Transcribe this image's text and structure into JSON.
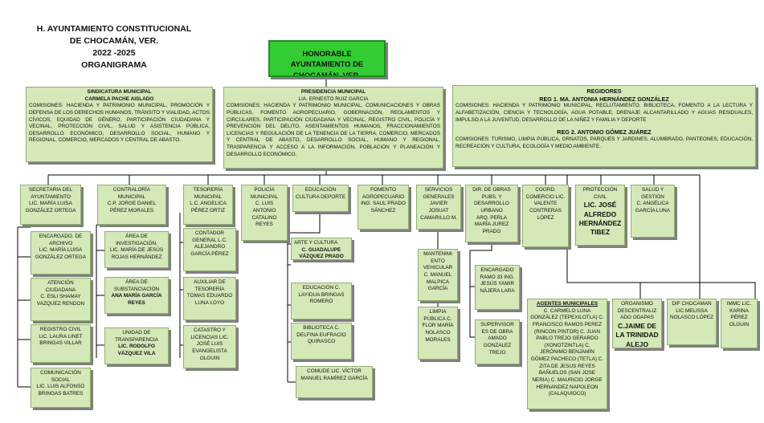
{
  "header": {
    "line1": "H. AYUNTAMIENTO CONSTITUCIONAL",
    "line2": "DE CHOCAMÁN, VER.",
    "line3": "2022 -2025",
    "line4": "ORGANIGRAMA"
  },
  "top": {
    "text": "HONORABLE AYUNTAMIENTO DE CHOCAMÁN, VER."
  },
  "sindicatura": {
    "title": "SINDICATURA MUNICIPAL",
    "name": "CARMELA PACHE AISLADO",
    "comisiones": "COMISIONES: HACIENDA Y PATRIMONIO MUNICIPAL, PROMOCIÓN Y DEFENSA DE LOS DERECHOS HUMANOS, TRÁNSITO Y VIALIDAD, ACTOS CÍVICOS, EQUIDAD DE GÉNERO, PARTICIPACIÓN CIUDADANA Y VECINAL, PROTECCIÓN CIVIL, SALUD Y ASISTENCIA PÚBLICA, DESARROLLO ECONÓMICO, DESARROLLO SOCIAL, HUMANO Y REGIONAL, COMERCIO, MERCADOS Y CENTRAL DE ABASTO."
  },
  "presidencia": {
    "title": "PRESIDENCIA MUNICIPAL",
    "name": "LIA. ERNESTO RUIZ GARCIA",
    "comisiones": "COMISIONES: HACIENDA Y PATRIMONIO MUNICIPAL, COMUNICACIONES Y OBRAS PÚBLICAS, FOMENTO AGROPECUARIO, GOBERNACIÓN, REGLAMENTOS Y CIRCULARES, PARTICIPACIÓN CIUDADANA Y VECINAL, REGISTRO CIVIL, POLICÍA Y PREVENCIÓN DEL DELITO, ASENTAMIENTOS HUMANOS, FRACCIONAMIENTOS LICENCIAS Y REGULACIÓN DE LA TENENCIA DE LA TIERRA, COMERCIO, MERCADOS Y CENTRAL DE ABASTO, DESARROLLO SOCIAL, HUMANO Y REGIONAL, TRASPARENCIA Y ACCESO A LA INFORMACIÓN, POBLACIÓN Y PLANEACIÓN Y DESARROLLO ECONÓMICO."
  },
  "regidores": {
    "title": "REGIDORES",
    "reg1": "REG 1. MA. ANTONIA HERNÁNDEZ GONZÁLEZ",
    "com1": "COMISIONES: HACIENDA Y PATRIMONIO MUNICIPAL, RECLUTAMIENTO, BIBLIOTECA, FOMENTO A LA LECTURA Y ALFABETIZACIÓN, CIENCIA Y TECNOLOGÍA, AGUA POTABLE, DRENAJE ALCANTARILLADO Y AGUAS RESIDUALES, IMPULSO A LA JUVENTUD, DESARROLLO DE LA NIÑEZ Y FAMILIA Y DEPORTE",
    "reg2": "REG 2. ANTONIO GÓMEZ JUÁREZ",
    "com2": "COMISIONES: TURISMO, LIMPIA PÚBLICA, ORNATOS, PARQUES Y JARDINES, ALUMBRADO, PANTEONES, EDUCACIÓN, RECREACIÓN Y CULTURA, ECOLOGÍA Y MEDIO AMBIENTE."
  },
  "depts": {
    "secretaria": "SECRETARIA DEL AYUNTAMIENTO\nLIC. MARÍA LUISA GONZÁLEZ ORTEGA",
    "contraloria": "CONTRALORÍA MUNICIPAL\nC.P. JORGE DANIEL PÉREZ MORALES",
    "tesoreria": "TESORERÍA MUNICIPAL\nL.C. ANGELICA PÉREZ ORTIZ",
    "policia": "POLICÍA MUNICIPAL\nC. LUIS ANTONIO CATALINO REYES",
    "educacion": "EDUCACIÓN CULTURA DEPORTE",
    "fomento": "FOMENTO AGROPECUARIO\nING. SAUL PRADO SÁNCHEZ",
    "servicios": "SERVICIOS GENERALES JAVIER JOSUAT CAMARILLO M.",
    "obras": "DIR. DE OBRAS PUBS. Y DESARROLLO URBANO\nARQ. PERLA MARÍA JUREZ PRADO",
    "comercio": "COORD. COMERCIO LIC. VALENTE CONTRERAS LÓPEZ",
    "proteccion_title": "PROTECCIÓN CIVIL",
    "proteccion_name": "LIC. JOSÉ ALFREDO HERNÁNDEZ TIBEZ",
    "salud": "SALUD Y GESTIÓN\nC. ANGÉLICA GARCÍA LUNA"
  },
  "sec_subs": {
    "archivo": "ENCARGADO. DE ARCHIVO\nLIC. MARÍA LUISA GONZÁLEZ ORTEGA",
    "atencion": "ATENCIÓN CIUDADANA\nC. ESLI SHAMAY VAZQUEZ RENDON",
    "registro": "REGISTRO CIVIL\nLIC. LAURA LINET BRINGAS VILLAR",
    "comunicacion": "COMUNICACIÓN SOCIAL\nLIC. LUIS ALFONSO BRINGAS BATRES"
  },
  "con_subs": {
    "investigacion": "ÁREA DE INVESTIGACIÓN.\nLIC. MARÍA DE JESÚS ROJAS HERNÁNDEZ",
    "substanciacion_title": "ÁREA DE SUBSTANCIACIÓN",
    "substanciacion_name": "ANA MARÍA GARCÍA REYES",
    "transparencia_title": "UNIDAD DE TRANSPARENCIA",
    "transparencia_name": "LIC. RODOLFO VÁZQUEZ VILA"
  },
  "tes_subs": {
    "contador": "CONTADOR GENERAL L.C. ALEJANDRO GARCÍA PÉREZ",
    "auxiliar": "AUXILIAR DE TESORERÍA TOMAS EDUARDO LUNA LOYO",
    "catastro": "CATASTRO Y LICENCIAS LIC. JOSÉ LUIS EVANGELISTA OLGUIN"
  },
  "edu_subs": {
    "arte_title": "ARTE Y CULTURA",
    "arte_name": "C. GUADALUPE VÁZQUEZ PRADO",
    "educacion": "EDUCACIÓN C. LAYIDUA BRINGAS ROMERO",
    "biblioteca": "BIBLIOTECA C. DELFINA EUFRACIO QUIRASCO",
    "comude": "COMUDE LIC. VÍCTOR MANUEL RAMÍREZ GARCÍA"
  },
  "serv_subs": {
    "mantenimiento": "MANTENIMI ENTO VEHICULAR C. MANUEL MALPICA GARCÍA",
    "limpia": "LIMPIA PÚBLICA C. FLOR MARÍA NOLASCO MORALES"
  },
  "obras_subs": {
    "ramo33": "ENCARGADO RAMO 33 ING. JESÚS YAMIR NÁJERA LARA",
    "supervisores": "SUPERVISOR ES DE OBRA AMADO GONZALEZ TREJO"
  },
  "agentes": {
    "title": "AGENTES MUNICIPALES",
    "text": "C. CARMELO LUNA GONZÁLEZ (TEPEXILOTLA) C. FRANCISCO RAMOS PEREZ (RINCON PINTOR) C. JUAN PABLO TREJO GERARDO (XONOTZINTLA) C. JERÓNIMO BENJAMÍN GÓMEZ PACHECO (TETLA) C. ZITA DE JESUS REYES BAÑUELOS (SAN JOSE NERIA) C. MAURICIO JORGE HERNANDEZ NAPOLEON (CALAQUIOCO)"
  },
  "odapas": {
    "title": "ORGANISMO DESCENTRALIZ ADO ODAPAS",
    "name": "C.JAIME DE LA TRINIDAD ALEJO"
  },
  "dif": "DIF CHOCAMAN LIC.MELISSA NOLASCO LÓPEZ",
  "immc": "IMMC LIC. KARINA PÉREZ OLGUIN"
}
